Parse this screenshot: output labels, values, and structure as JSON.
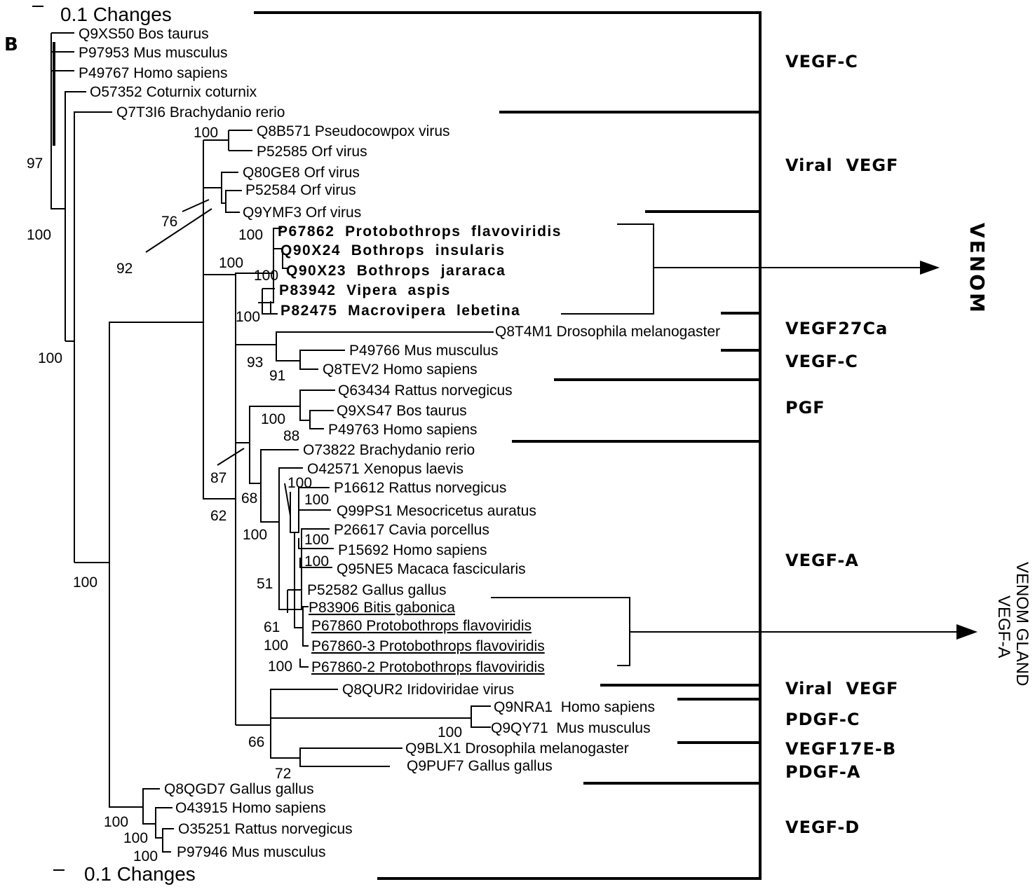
{
  "panel_label": "B",
  "scale_bar": {
    "top_label": "0.1 Changes",
    "bottom_label": "0.1 Changes"
  },
  "taxa": [
    {
      "id": "Q9XS50",
      "species": "Bos taurus"
    },
    {
      "id": "P97953",
      "species": "Mus musculus"
    },
    {
      "id": "P49767",
      "species": "Homo sapiens"
    },
    {
      "id": "O57352",
      "species": "Coturnix coturnix"
    },
    {
      "id": "Q7T3I6",
      "species": "Brachydanio rerio"
    },
    {
      "id": "Q8B571",
      "species": "Pseudocowpox virus"
    },
    {
      "id": "P52585",
      "species": "Orf virus"
    },
    {
      "id": "Q80GE8",
      "species": "Orf virus"
    },
    {
      "id": "P52584",
      "species": "Orf virus"
    },
    {
      "id": "Q9YMF3",
      "species": "Orf virus"
    },
    {
      "id": "P67862",
      "species": "Protobothrops  flavoviridis",
      "style": "bold"
    },
    {
      "id": "Q90X24",
      "species": "Bothrops  insularis",
      "style": "bold"
    },
    {
      "id": "Q90X23",
      "species": "Bothrops  jararaca",
      "style": "bold"
    },
    {
      "id": "P83942",
      "species": "Vipera  aspis",
      "style": "bold"
    },
    {
      "id": "P82475",
      "species": "Macrovipera  lebetina",
      "style": "bold"
    },
    {
      "id": "Q8T4M1",
      "species": "Drosophila melanogaster"
    },
    {
      "id": "P49766",
      "species": "Mus musculus"
    },
    {
      "id": "Q8TEV2",
      "species": "Homo sapiens"
    },
    {
      "id": "Q63434",
      "species": "Rattus norvegicus"
    },
    {
      "id": "Q9XS47",
      "species": "Bos taurus"
    },
    {
      "id": "P49763",
      "species": "Homo sapiens"
    },
    {
      "id": "O73822",
      "species": "Brachydanio rerio"
    },
    {
      "id": "O42571",
      "species": "Xenopus laevis"
    },
    {
      "id": "P16612",
      "species": "Rattus norvegicus"
    },
    {
      "id": "Q99PS1",
      "species": "Mesocricetus auratus"
    },
    {
      "id": "P26617",
      "species": "Cavia porcellus"
    },
    {
      "id": "P15692",
      "species": "Homo sapiens"
    },
    {
      "id": "Q95NE5",
      "species": "Macaca fascicularis"
    },
    {
      "id": "P52582",
      "species": "Gallus gallus"
    },
    {
      "id": "P83906",
      "species": "Bitis gabonica",
      "style": "underline"
    },
    {
      "id": "P67860",
      "species": "Protobothrops flavoviridis",
      "style": "underline"
    },
    {
      "id": "P67860-3",
      "species": "Protobothrops flavoviridis",
      "style": "underline"
    },
    {
      "id": "P67860-2",
      "species": "Protobothrops flavoviridis",
      "style": "underline"
    },
    {
      "id": "Q8QUR2",
      "species": "Iridoviridae virus"
    },
    {
      "id": "Q9NRA1",
      "species": " Homo sapiens"
    },
    {
      "id": "Q9QY71",
      "species": " Mus musculus"
    },
    {
      "id": "Q9BLX1",
      "species": "Drosophila melanogaster"
    },
    {
      "id": "Q9PUF7",
      "species": "Gallus gallus"
    },
    {
      "id": "Q8QGD7",
      "species": "Gallus gallus"
    },
    {
      "id": "O43915",
      "species": "Homo sapiens"
    },
    {
      "id": "O35251",
      "species": "Rattus norvegicus"
    },
    {
      "id": "P97946",
      "species": "Mus musculus"
    }
  ],
  "bootstrap_values": [
    "97",
    "100",
    "100",
    "100",
    "100",
    "76",
    "92",
    "100",
    "100",
    "100",
    "100",
    "93",
    "91",
    "100",
    "88",
    "87",
    "68",
    "62",
    "100",
    "100",
    "100",
    "100",
    "51",
    "61",
    "100",
    "100",
    "100",
    "66",
    "72",
    "100",
    "100",
    "100"
  ],
  "groups": [
    "VEGF-C",
    "Viral  VEGF",
    "VEGF27Ca",
    "VEGF-C",
    "PGF",
    "VEGF-A",
    "Viral  VEGF",
    "PDGF-C",
    "VEGF17E-B",
    "PDGF-A",
    "VEGF-D"
  ],
  "annotations": {
    "venom": "VENOM",
    "venom_gland_line1": "VENOM GLAND",
    "venom_gland_line2": "VEGF-A"
  }
}
